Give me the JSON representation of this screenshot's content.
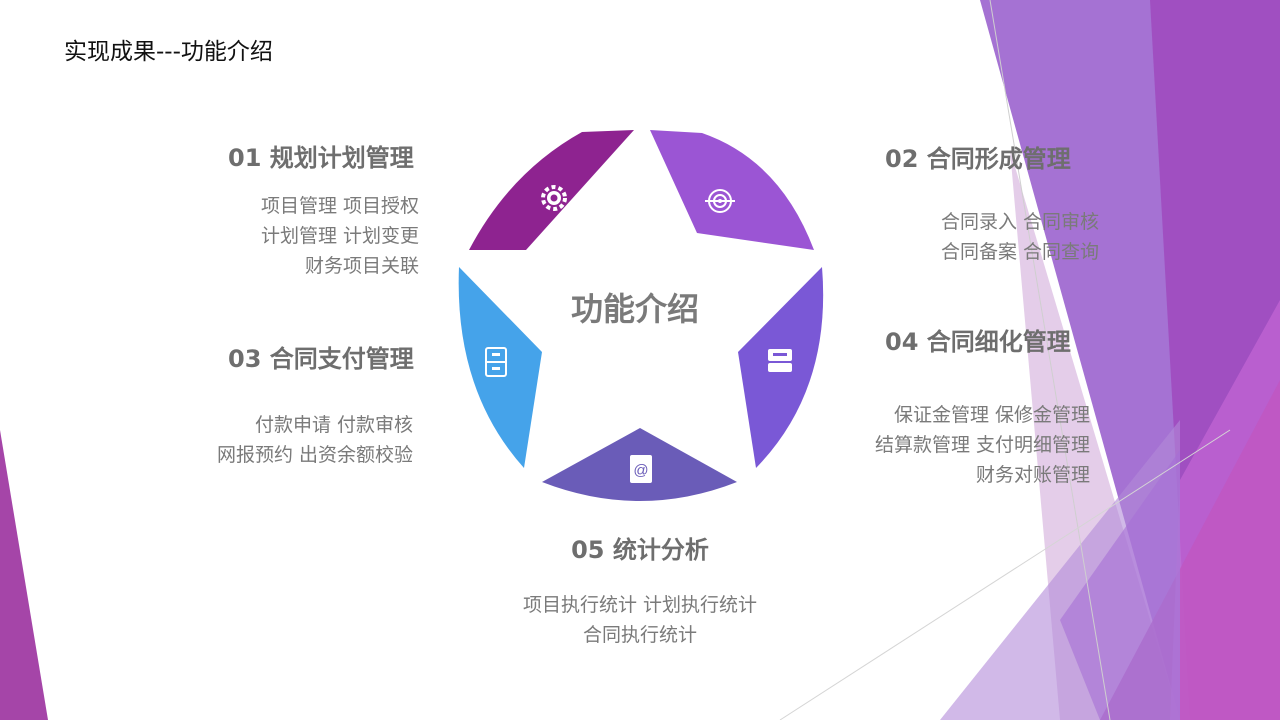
{
  "slide": {
    "title": "实现成果---功能介绍"
  },
  "center": {
    "title": "功能介绍"
  },
  "modules": [
    {
      "heading": "01 规划计划管理",
      "lines": [
        "项目管理  项目授权",
        "计划管理 计划变更",
        "财务项目关联"
      ],
      "color": "#8e2390",
      "icon": "gear-icon"
    },
    {
      "heading": "02 合同形成管理",
      "lines": [
        "合同录入  合同审核",
        "合同备案  合同查询"
      ],
      "color": "#9b55d4",
      "icon": "target-icon"
    },
    {
      "heading": "03 合同支付管理",
      "lines": [
        "付款申请  付款审核",
        "网报预约  出资余额校验"
      ],
      "color": "#45a3ea",
      "icon": "cabinet-icon"
    },
    {
      "heading": "04 合同细化管理",
      "lines": [
        "保证金管理 保修金管理",
        "结算款管理  支付明细管理",
        "财务对账管理"
      ],
      "color": "#7a58d6",
      "icon": "printer-icon"
    },
    {
      "heading": "05 统计分析",
      "lines": [
        "项目执行统计 计划执行统计",
        "合同执行统计"
      ],
      "color": "#6a5cb8",
      "icon": "email-book-icon"
    }
  ]
}
